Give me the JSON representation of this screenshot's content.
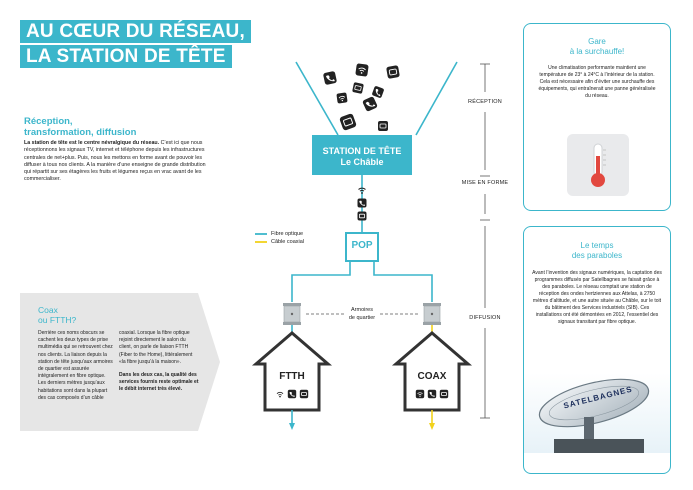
{
  "header": {
    "title_line1": "AU CŒUR DU RÉSEAU,",
    "title_line2": "LA STATION DE TÊTE"
  },
  "intro": {
    "title_line1": "Réception,",
    "title_line2": "transformation, diffusion",
    "lead": "La station de tête est le centre névralgique du réseau.",
    "body": "C’est ici que nous réceptionnons les signaux TV, internet et téléphone depuis les infrastructures centrales de net+plus. Puis, nous les mettons en forme avant de pouvoir les diffuser à tous nos clients. A la manière d’une enseigne de grande distribution qui répartit sur ses étagères les fruits et légumes reçus en vrac avant de les commercialiser."
  },
  "diagram": {
    "station_line1": "STATION DE TÊTE",
    "station_line2": "Le Châble",
    "pop_label": "POP",
    "armoires_line1": "Armoires",
    "armoires_line2": "de quartier",
    "house_ftth": "FTTH",
    "house_coax": "COAX",
    "stages": [
      "RÉCEPTION",
      "MISE EN FORME",
      "DIFFUSION"
    ],
    "legend": {
      "fibre": "Fibre optique",
      "coax": "Câble coaxial"
    },
    "colors": {
      "fibre": "#3cb6cb",
      "coax": "#f2d21c",
      "dark": "#333333"
    }
  },
  "coax_box": {
    "title_line1": "Coax",
    "title_line2": "ou FTTH?",
    "col1": "Derrière ces noms obscurs se cachent les deux types de prise multimédia qui se retrouvent chez nos clients. La liaison depuis la station de tête jusqu’aux armoires de quartier est assurée intégralement en fibre optique. Les derniers mètres jusqu’aux habitations sont dans la plupart des cas composés d’un câble",
    "col2_a": "coaxial. Lorsque la fibre optique rejoint directement le salon du client, on parle de liaison FTTH (Fiber to the Home), littéralement «la fibre jusqu’à la maison».",
    "col2_b": "Dans les deux cas, la qualité des services fournis reste optimale et le débit internet très élevé."
  },
  "card_surchauffe": {
    "title_line1": "Gare",
    "title_line2": "à la surchauffe!",
    "text": "Une climatisation performante maintient une température de 23° à 24°C à l’intérieur de la station. Cela est nécessaire afin d’éviter une surchauffe des équipements, qui entraînerait une panne généralisée du réseau."
  },
  "card_paraboles": {
    "title_line1": "Le temps",
    "title_line2": "des paraboles",
    "text": "Avant l’invention des signaux numériques, la captation des programmes diffusés par Satellbagnes se faisait grâce à des paraboles. Le réseau comptait une station de réception des ondes hertziennes aux Attelas, à 2750 mètres d’altitude, et une autre située au Châble, sur le toit du bâtiment des Services industriels (SIB). Ces installations ont été démontées en 2012, l’essentiel des signaux transitant par fibre optique.",
    "photo_sign": "SATELBAGNES"
  }
}
